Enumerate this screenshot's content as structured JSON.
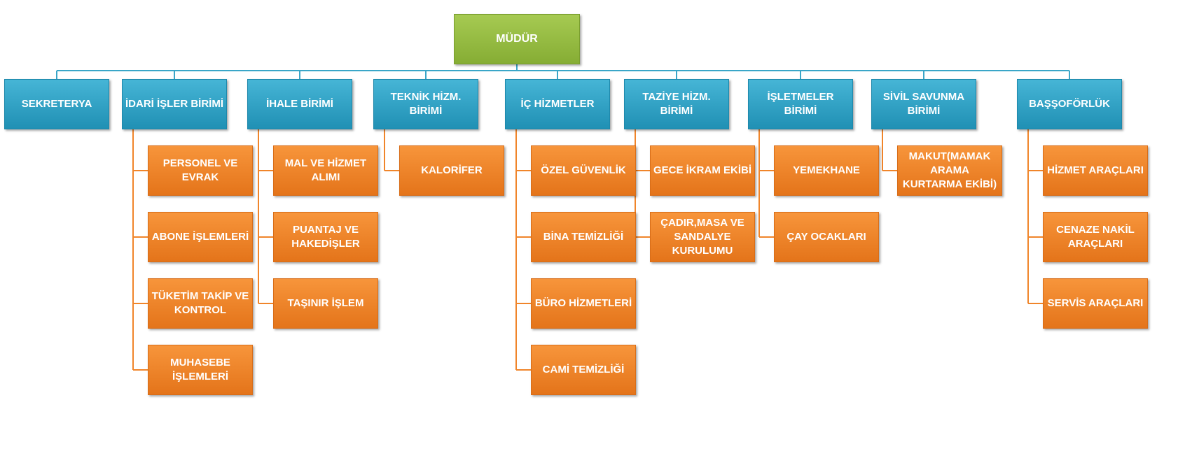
{
  "colors": {
    "root": "#98bf45",
    "dept": "#2ba0c5",
    "unit": "#f0852a",
    "dept_line": "#3aa6c8",
    "unit_line": "#f0852a"
  },
  "root": {
    "label": "MÜDÜR"
  },
  "departments": [
    {
      "label": "SEKRETERYA",
      "units": []
    },
    {
      "label": "İDARİ İŞLER BİRİMİ",
      "units": [
        "PERSONEL VE EVRAK",
        "ABONE İŞLEMLERİ",
        "TÜKETİM TAKİP VE KONTROL",
        "MUHASEBE İŞLEMLERİ"
      ]
    },
    {
      "label": "İHALE BİRİMİ",
      "units": [
        "MAL VE HİZMET ALIMI",
        "PUANTAJ VE HAKEDİŞLER",
        "TAŞINIR İŞLEM"
      ]
    },
    {
      "label": "TEKNİK HİZM. BİRİMİ",
      "units": [
        "KALORİFER"
      ]
    },
    {
      "label": "İÇ HİZMETLER",
      "units": [
        "ÖZEL GÜVENLİK",
        "BİNA TEMİZLİĞİ",
        "BÜRO HİZMETLERİ",
        "CAMİ TEMİZLİĞİ"
      ]
    },
    {
      "label": "TAZİYE HİZM. BİRİMİ",
      "units": [
        "GECE İKRAM EKİBİ",
        "ÇADIR,MASA VE SANDALYE KURULUMU"
      ]
    },
    {
      "label": "İŞLETMELER BİRİMİ",
      "units": [
        "YEMEKHANE",
        "ÇAY OCAKLARI"
      ]
    },
    {
      "label": "SİVİL SAVUNMA BİRİMİ",
      "units": [
        "MAKUT(MAMAK ARAMA KURTARMA EKİBİ)"
      ]
    },
    {
      "label": "BAŞŞOFÖRLÜK",
      "units": [
        "HİZMET ARAÇLARI",
        "CENAZE NAKİL ARAÇLARI",
        "SERVİS ARAÇLARI"
      ]
    }
  ]
}
